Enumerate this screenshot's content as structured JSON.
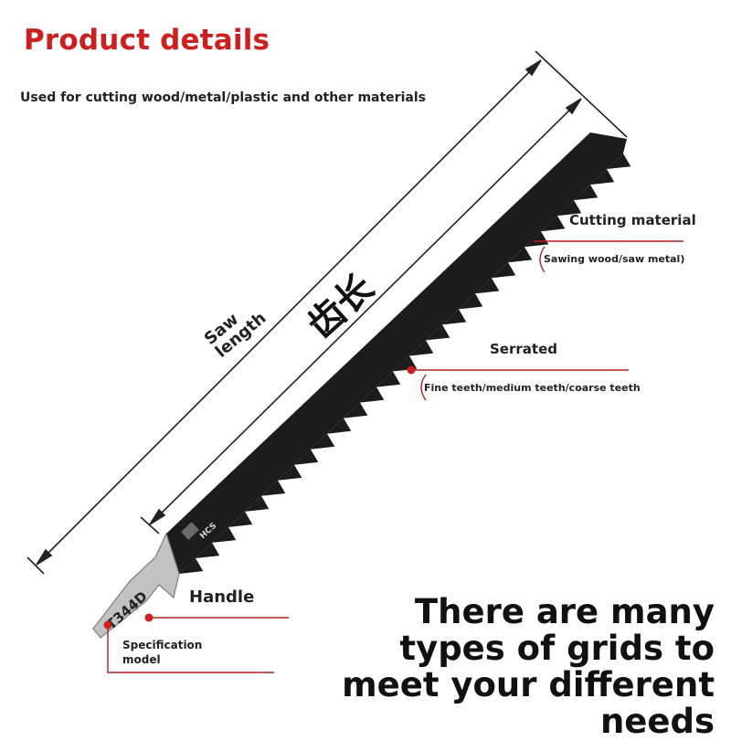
{
  "header": {
    "title": "Product details",
    "subtitle": "Used for cutting wood/metal/plastic and other materials"
  },
  "blade": {
    "saw_length_label_line1": "Saw",
    "saw_length_label_line2": "length",
    "tooth_length_label": "齿长",
    "handle_model_text": "T344D",
    "steel_code_text": "HCS"
  },
  "callouts": {
    "cutting_material": {
      "title": "Cutting material",
      "detail": "Sawing wood/saw metal)"
    },
    "serrated": {
      "title": "Serrated",
      "detail": "Fine teeth/medium teeth/coarse teeth"
    },
    "handle": {
      "title": "Handle"
    },
    "specification": {
      "detail": "Specification model"
    }
  },
  "tagline": "There are many types of grids to meet your different needs",
  "colors": {
    "accent_red": "#cc1f1f",
    "blade": "#1c1c1c",
    "shank": "#c0c2c4"
  }
}
